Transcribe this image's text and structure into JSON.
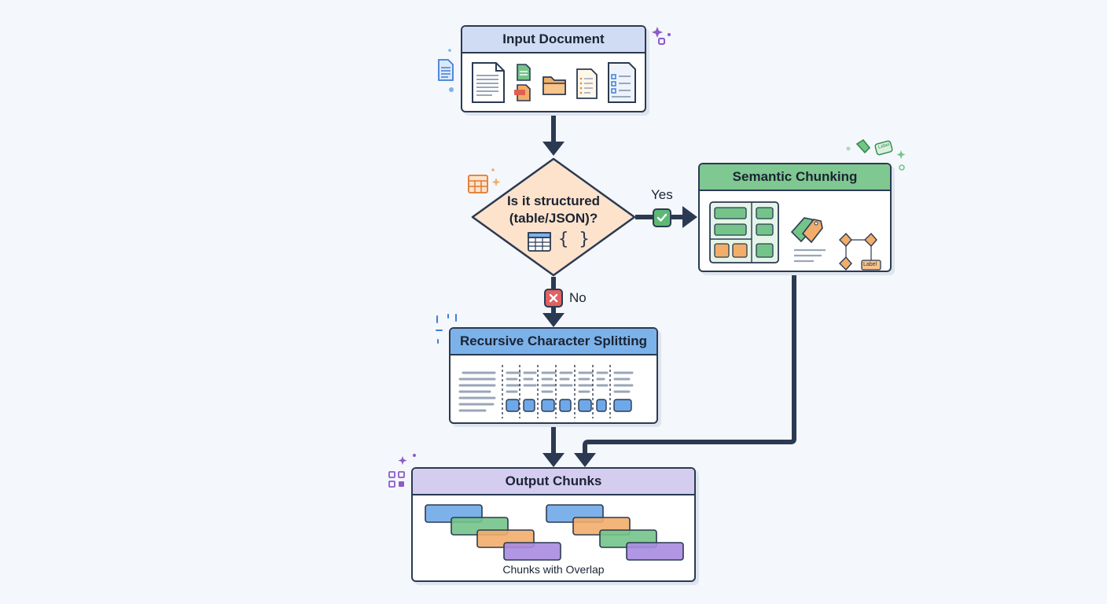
{
  "nodes": {
    "input": {
      "title": "Input Document"
    },
    "decision": {
      "line1": "Is it structured",
      "line2": "(table/JSON)?",
      "braces": "{ }"
    },
    "semantic": {
      "title": "Semantic Chunking",
      "tag": "Label"
    },
    "recursive": {
      "title": "Recursive Character Splitting"
    },
    "output": {
      "title": "Output Chunks",
      "caption": "Chunks with Overlap"
    }
  },
  "edges": {
    "yes_label": "Yes",
    "no_label": "No"
  },
  "decoration_tag": "Label",
  "colors": {
    "input_header": "#cfdcf3",
    "decision_fill": "#fde3cc",
    "semantic_header": "#7fc891",
    "recursive_header": "#7cb2ea",
    "output_header": "#d4cdf0",
    "wire": "#2b3a52",
    "chunk_blue": "#6fa8e8",
    "chunk_green": "#74c48a",
    "chunk_orange": "#f2ad6a",
    "chunk_purple": "#a98be0"
  }
}
